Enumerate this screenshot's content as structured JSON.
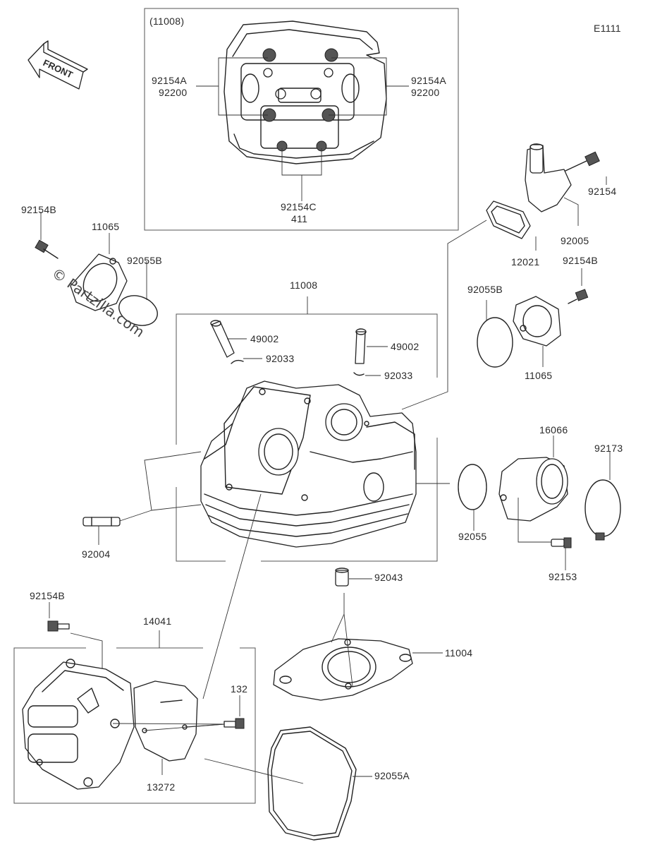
{
  "diagram": {
    "code": "E1111",
    "front_label": "FRONT",
    "watermark": "© Partzilla.com",
    "inset_frame_label": "(11008)",
    "labels": {
      "inset_left": [
        "92154A",
        "92200"
      ],
      "inset_right": [
        "92154A",
        "92200"
      ],
      "inset_bottom": [
        "92154C",
        "411"
      ],
      "p92154_tr": "92154",
      "p92005": "92005",
      "p12021": "12021",
      "p92154B_left": "92154B",
      "p11065_left": "11065",
      "p92055B_left": "92055B",
      "p11008": "11008",
      "p49002_a": "49002",
      "p92033_a": "92033",
      "p49002_b": "49002",
      "p92033_b": "92033",
      "p92154B_right": "92154B",
      "p92055B_right": "92055B",
      "p11065_right": "11065",
      "p16066": "16066",
      "p92173": "92173",
      "p92055": "92055",
      "p92153": "92153",
      "p92004": "92004",
      "p92043": "92043",
      "p11004": "11004",
      "p92154B_bottom": "92154B",
      "p14041": "14041",
      "p132": "132",
      "p13272": "13272",
      "p92055A": "92055A"
    }
  }
}
